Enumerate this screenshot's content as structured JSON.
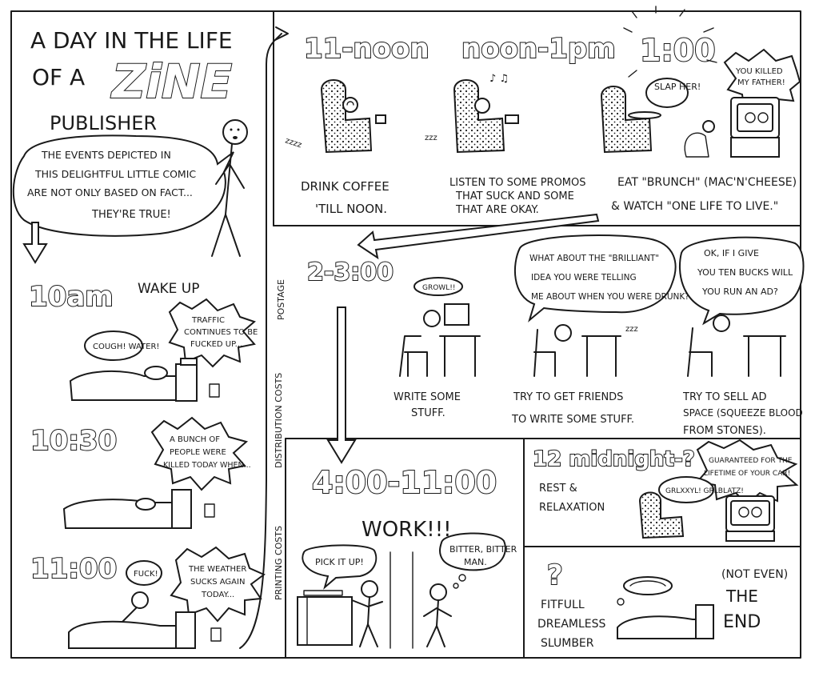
{
  "title": {
    "line1": "A DAY IN THE LIFE",
    "line2": "OF A",
    "zine": "ZiNE",
    "line3": "PUBLISHER"
  },
  "intro_bubble": {
    "line1": "THE EVENTS DEPICTED IN",
    "line2": "THIS DELIGHTFUL LITTLE COMIC",
    "line3": "ARE NOT ONLY BASED ON FACT...",
    "line4": "THEY'RE TRUE!"
  },
  "margin_labels": {
    "postage": "POSTAGE",
    "distribution": "DISTRIBUTION COSTS",
    "printing": "PRINTING COSTS"
  },
  "panel_10am": {
    "time": "10am",
    "caption": "WAKE UP",
    "speech": "COUGH! WATER!",
    "radio_1": "TRAFFIC",
    "radio_2": "CONTINUES TO BE",
    "radio_3": "FUCKED UP..."
  },
  "panel_1030": {
    "time": "10:30",
    "radio_1": "A BUNCH OF",
    "radio_2": "PEOPLE WERE",
    "radio_3": "KILLED TODAY WHEN..."
  },
  "panel_1100": {
    "time": "11:00",
    "speech": "FUCK!",
    "radio_1": "THE WEATHER",
    "radio_2": "SUCKS AGAIN",
    "radio_3": "TODAY..."
  },
  "panel_11noon": {
    "time": "11-noon",
    "caption_1": "DRINK COFFEE",
    "caption_2": "'TILL NOON."
  },
  "panel_noon1": {
    "time": "noon-1pm",
    "caption_1": "LISTEN TO SOME PROMOS",
    "caption_2": "THAT SUCK AND SOME",
    "caption_3": "THAT ARE OKAY."
  },
  "panel_100": {
    "time": "1:00",
    "speech": "SLAP HER!",
    "tv_1": "YOU KILLED",
    "tv_2": "MY FATHER!",
    "caption_1": "EAT \"BRUNCH\" (MAC'N'CHEESE)",
    "caption_2": "& WATCH \"ONE LIFE TO LIVE.\""
  },
  "panel_23": {
    "time": "2-3:00",
    "thought": "GROWL!!",
    "caption_a1": "WRITE SOME",
    "caption_a2": "STUFF.",
    "speech_b1": "WHAT ABOUT THE \"BRILLIANT\"",
    "speech_b2": "IDEA YOU WERE TELLING",
    "speech_b3": "ME ABOUT WHEN YOU WERE DRUNK?",
    "caption_b1": "TRY TO GET FRIENDS",
    "caption_b2": "TO WRITE SOME STUFF.",
    "speech_c1": "OK, IF I GIVE",
    "speech_c2": "YOU TEN BUCKS WILL",
    "speech_c3": "YOU RUN AN AD?",
    "caption_c1": "TRY TO SELL AD",
    "caption_c2": "SPACE (SQUEEZE BLOOD",
    "caption_c3": "FROM STONES)."
  },
  "panel_4to11": {
    "time": "4:00-11:00",
    "work": "WORK!!!",
    "speech": "PICK IT UP!",
    "thought_1": "BITTER, BITTER",
    "thought_2": "MAN."
  },
  "panel_midnight": {
    "time": "12 midnight-?",
    "caption_1": "REST &",
    "caption_2": "RELAXATION",
    "speech": "GRLXXYL! GRLBLATZ!",
    "tv_1": "GUARANTEED FOR THE",
    "tv_2": "LIFETIME OF YOUR CAR!"
  },
  "panel_end": {
    "mark": "?",
    "caption_1": "FITFULL",
    "caption_2": "DREAMLESS",
    "caption_3": "SLUMBER",
    "end_1": "(NOT EVEN)",
    "end_2": "THE",
    "end_3": "END"
  }
}
